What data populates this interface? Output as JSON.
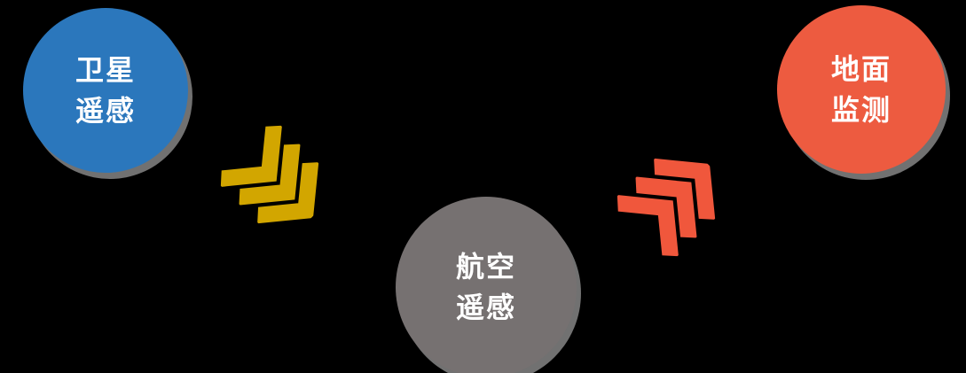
{
  "background_color": "#000000",
  "nodes": [
    {
      "id": "satellite",
      "line1": "卫星",
      "line2": "遥感",
      "color": "#2B77BC"
    },
    {
      "id": "aerial",
      "line1": "航空",
      "line2": "遥感",
      "color": "#767171"
    },
    {
      "id": "ground",
      "line1": "地面",
      "line2": "监测",
      "color": "#ED5B40"
    }
  ],
  "connectors": [
    {
      "id": "left-chevrons",
      "color": "#D2A600",
      "direction": "down-right",
      "from": "satellite",
      "to": "aerial"
    },
    {
      "id": "right-chevrons",
      "color": "#F0573C",
      "direction": "up-right",
      "from": "aerial",
      "to": "ground"
    }
  ]
}
